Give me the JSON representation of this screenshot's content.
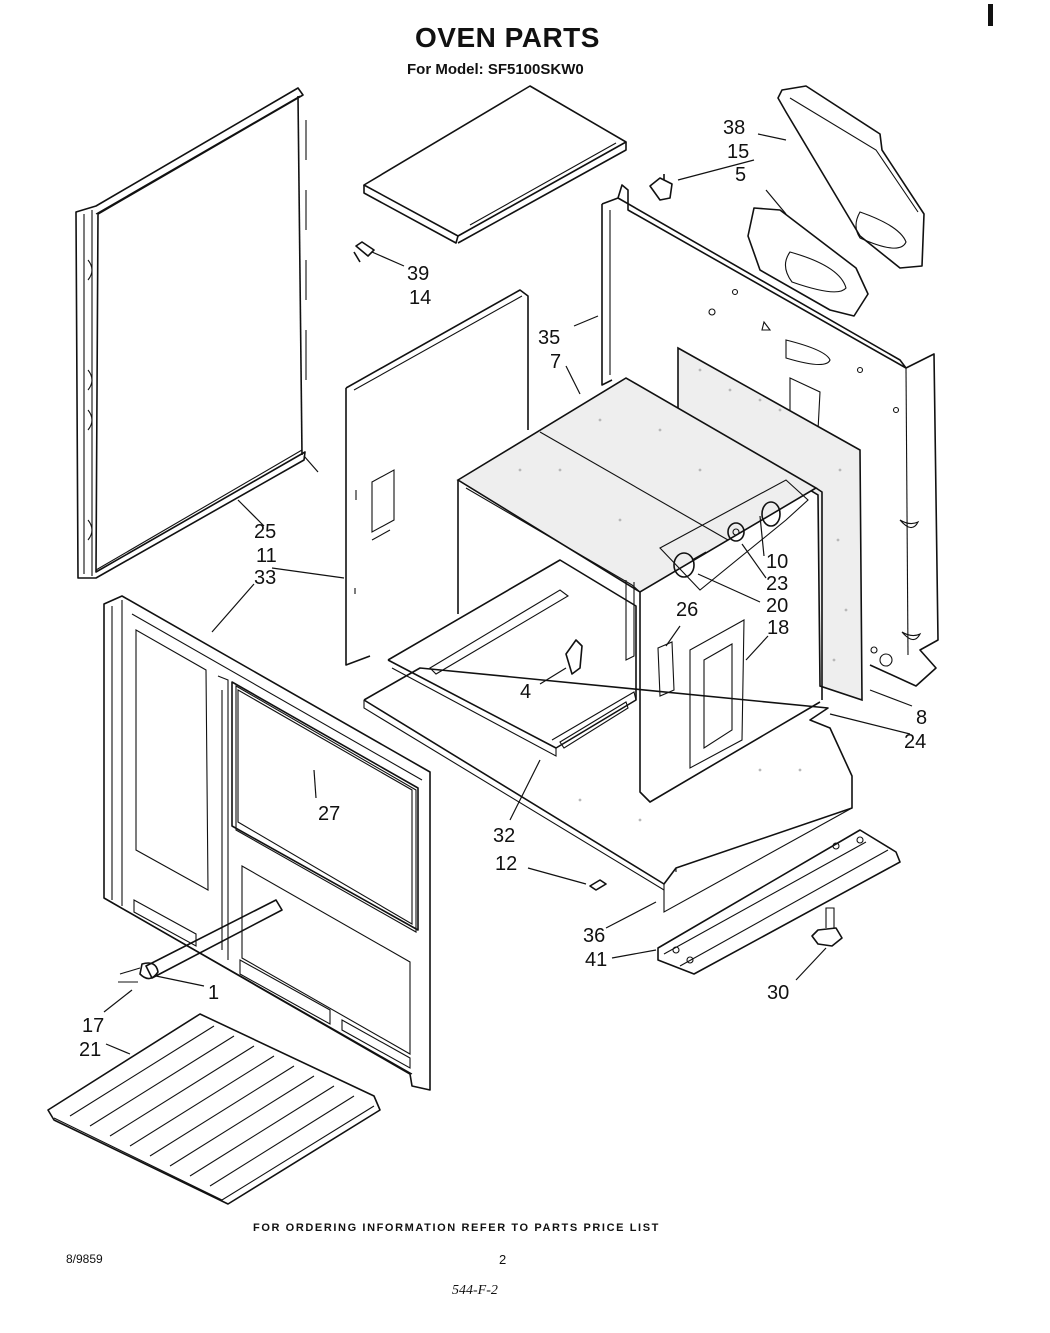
{
  "header": {
    "title": "OVEN PARTS",
    "model_line": "For Model: SF5100SKW0"
  },
  "footer": {
    "ordering_note": "FOR ORDERING INFORMATION REFER TO PARTS PRICE LIST",
    "doc_number": "8/9859",
    "page_number": "2",
    "handwritten_code": "544-F-2"
  },
  "callouts": {
    "c38": "38",
    "c15": "15",
    "c5": "5",
    "c39": "39",
    "c14": "14",
    "c35": "35",
    "c7": "7",
    "c25": "25",
    "c11": "11",
    "c33": "33",
    "c10": "10",
    "c23": "23",
    "c20": "20",
    "c26": "26",
    "c18": "18",
    "c4": "4",
    "c8": "8",
    "c24": "24",
    "c27": "27",
    "c32": "32",
    "c12": "12",
    "c36": "36",
    "c41": "41",
    "c30": "30",
    "c1": "1",
    "c17": "17",
    "c21": "21"
  }
}
